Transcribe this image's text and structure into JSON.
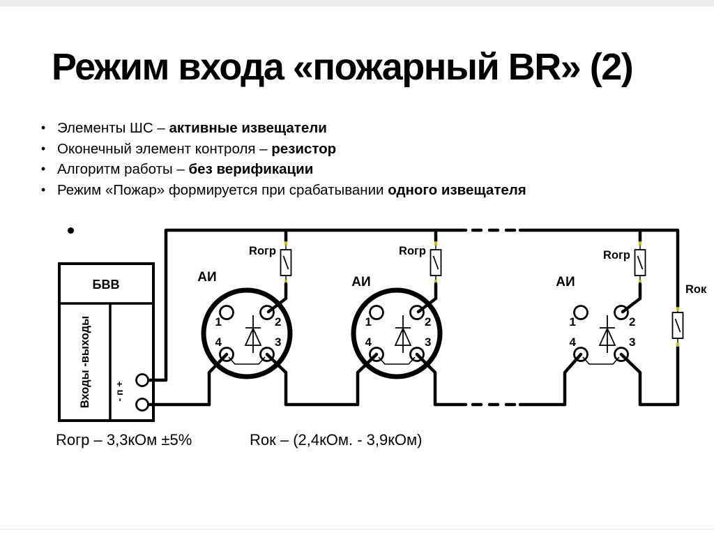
{
  "slide": {
    "title": "Режим входа «пожарный BR» (2)",
    "bullets": [
      {
        "pre": "Элементы ШС – ",
        "bold": "активные извещатели"
      },
      {
        "pre": "Оконечный элемент контроля – ",
        "bold": "резистор"
      },
      {
        "pre": "Алгоритм работы – ",
        "bold": "без верификации"
      },
      {
        "pre": "Режим «Пожар» формируется при срабатывании ",
        "bold": "одного извещателя"
      }
    ],
    "captions": {
      "rogr": "Rогр – 3,3кОм ±5%",
      "rok": "Rок – (2,4кОм. - 3,9кОм)"
    }
  },
  "diagram": {
    "bvv": {
      "title": "БВВ",
      "io_label": "Входы -выходы",
      "polarity": "- п +"
    },
    "detector_label": "АИ",
    "rogr_label": "Rогр",
    "rok_label": "Rок",
    "terminals": {
      "t1": "1",
      "t2": "2",
      "t3": "3",
      "t4": "4"
    },
    "colors": {
      "ink": "#000000",
      "background": "#ffffff",
      "lead_tick": "#c9b900",
      "frame_band": "#ebebeb"
    }
  }
}
